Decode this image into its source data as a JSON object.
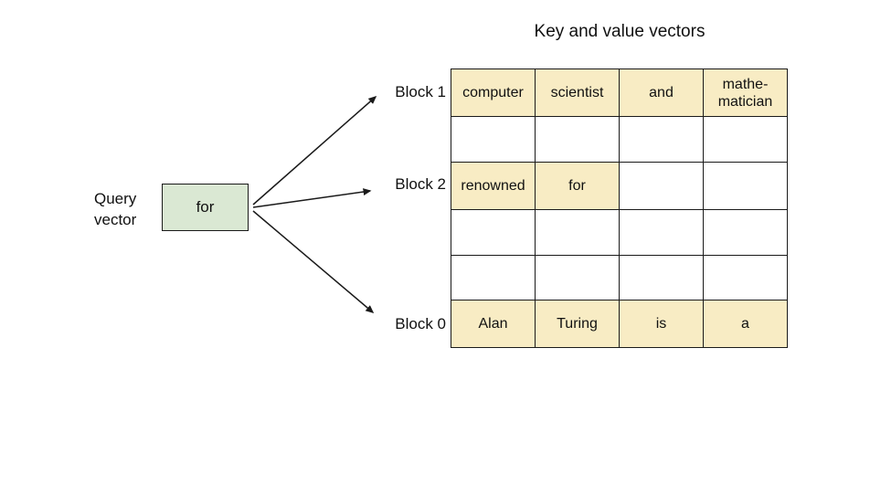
{
  "title": "Key and value vectors",
  "query": {
    "label": "Query\nvector",
    "box_text": "for"
  },
  "block_labels": [
    "Block 1",
    "Block 2",
    "Block 0"
  ],
  "table": {
    "rows": [
      {
        "cells": [
          {
            "text": "computer",
            "highlight": true
          },
          {
            "text": "scientist",
            "highlight": true
          },
          {
            "text": "and",
            "highlight": true
          },
          {
            "text": "mathe-\nmatician",
            "highlight": true
          }
        ]
      },
      {
        "cells": [
          {
            "text": "",
            "highlight": false
          },
          {
            "text": "",
            "highlight": false
          },
          {
            "text": "",
            "highlight": false
          },
          {
            "text": "",
            "highlight": false
          }
        ]
      },
      {
        "cells": [
          {
            "text": "renowned",
            "highlight": true
          },
          {
            "text": "for",
            "highlight": true
          },
          {
            "text": "",
            "highlight": false
          },
          {
            "text": "",
            "highlight": false
          }
        ]
      },
      {
        "cells": [
          {
            "text": "",
            "highlight": false
          },
          {
            "text": "",
            "highlight": false
          },
          {
            "text": "",
            "highlight": false
          },
          {
            "text": "",
            "highlight": false
          }
        ]
      },
      {
        "cells": [
          {
            "text": "",
            "highlight": false
          },
          {
            "text": "",
            "highlight": false
          },
          {
            "text": "",
            "highlight": false
          },
          {
            "text": "",
            "highlight": false
          }
        ]
      },
      {
        "cells": [
          {
            "text": "Alan",
            "highlight": true
          },
          {
            "text": "Turing",
            "highlight": true
          },
          {
            "text": "is",
            "highlight": true
          },
          {
            "text": "a",
            "highlight": true
          }
        ]
      }
    ]
  },
  "colors": {
    "highlight": "#F8ECC4",
    "query_box": "#DAE8D3",
    "border": "#1a1a1a",
    "arrow": "#1a1a1a"
  }
}
